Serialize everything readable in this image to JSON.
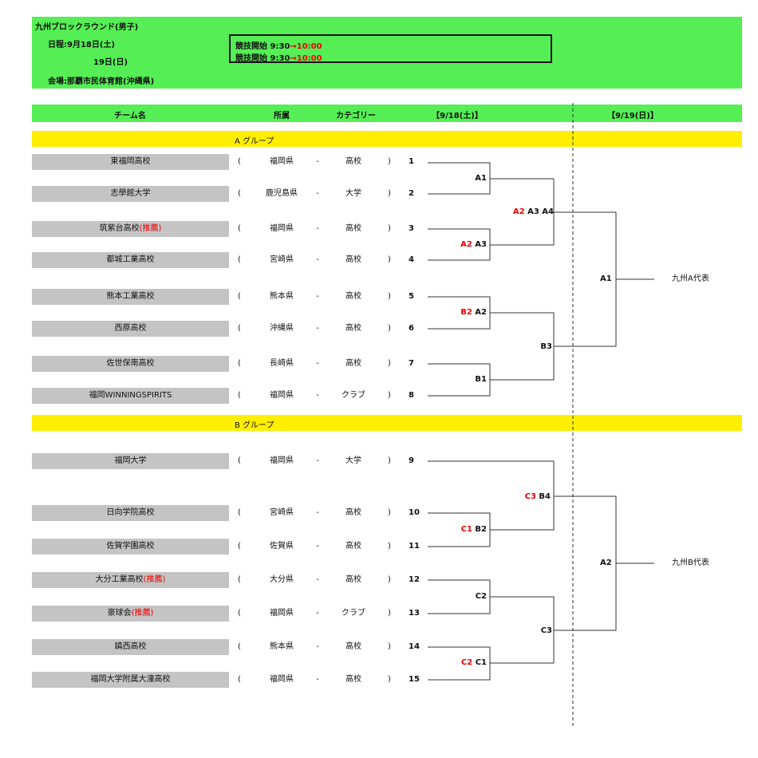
{
  "header": {
    "title": "九州ブロックラウンド(男子)",
    "date_line1": "日程:9月18日(土)",
    "date_line2": "19日(日)",
    "venue": "会場:那覇市民体育館(沖縄県)",
    "start_label": "競技開始",
    "start_old": "9:30",
    "start_new": "→10:00"
  },
  "columns": {
    "team": "チーム名",
    "affiliation": "所属",
    "category": "カテゴリー",
    "day1": "【9/18(土)】",
    "day2": "【9/19(日)】"
  },
  "groups": {
    "a": "A グループ",
    "b": "B グループ"
  },
  "teams": [
    {
      "name": "東福岡高校",
      "rec": "",
      "pref": "福岡県",
      "cat": "高校",
      "num": "1"
    },
    {
      "name": "志學館大学",
      "rec": "",
      "pref": "鹿児島県",
      "cat": "大学",
      "num": "2"
    },
    {
      "name": "筑紫台高校",
      "rec": "(推薦)",
      "pref": "福岡県",
      "cat": "高校",
      "num": "3"
    },
    {
      "name": "都城工業高校",
      "rec": "",
      "pref": "宮崎県",
      "cat": "高校",
      "num": "4"
    },
    {
      "name": "熊本工業高校",
      "rec": "",
      "pref": "熊本県",
      "cat": "高校",
      "num": "5"
    },
    {
      "name": "西原高校",
      "rec": "",
      "pref": "沖縄県",
      "cat": "高校",
      "num": "6"
    },
    {
      "name": "佐世保南高校",
      "rec": "",
      "pref": "長崎県",
      "cat": "高校",
      "num": "7"
    },
    {
      "name": "福岡WINNINGSPIRITS",
      "rec": "",
      "pref": "福岡県",
      "cat": "クラブ",
      "num": "8"
    },
    {
      "name": "福岡大学",
      "rec": "",
      "pref": "福岡県",
      "cat": "大学",
      "num": "9"
    },
    {
      "name": "日向学院高校",
      "rec": "",
      "pref": "宮崎県",
      "cat": "高校",
      "num": "10"
    },
    {
      "name": "佐賀学園高校",
      "rec": "",
      "pref": "佐賀県",
      "cat": "高校",
      "num": "11"
    },
    {
      "name": "大分工業高校",
      "rec": "(推薦)",
      "pref": "大分県",
      "cat": "高校",
      "num": "12"
    },
    {
      "name": "豪球会",
      "rec": "(推薦)",
      "pref": "福岡県",
      "cat": "クラブ",
      "num": "13"
    },
    {
      "name": "鎮西高校",
      "rec": "",
      "pref": "熊本県",
      "cat": "高校",
      "num": "14"
    },
    {
      "name": "福岡大学附属大濠高校",
      "rec": "",
      "pref": "福岡県",
      "cat": "高校",
      "num": "15"
    }
  ],
  "punct": {
    "open": "(",
    "dash": "-",
    "close": ")"
  },
  "bracket": {
    "a1": {
      "red": "",
      "black": "A1"
    },
    "a3": {
      "red": "A2",
      "black": "A3"
    },
    "a4": {
      "red": "A2",
      "black": "A3 A4"
    },
    "a2": {
      "red": "B2",
      "black": "A2"
    },
    "b1": {
      "red": "",
      "black": "B1"
    },
    "b3": {
      "red": "",
      "black": "B3"
    },
    "b2": {
      "red": "C1",
      "black": "B2"
    },
    "b4": {
      "red": "C3",
      "black": "B4"
    },
    "c2": {
      "red": "",
      "black": "C2"
    },
    "c1": {
      "red": "C2",
      "black": "C1"
    },
    "c3": {
      "red": "",
      "black": "C3"
    },
    "final_a": "A1",
    "final_b": "A2",
    "rep_a": "九州A代表",
    "rep_b": "九州B代表"
  },
  "colors": {
    "header_green": "#55ee55",
    "group_yellow": "#ffee00",
    "team_gray": "#c4c4c4",
    "accent_red": "#ee0000"
  }
}
